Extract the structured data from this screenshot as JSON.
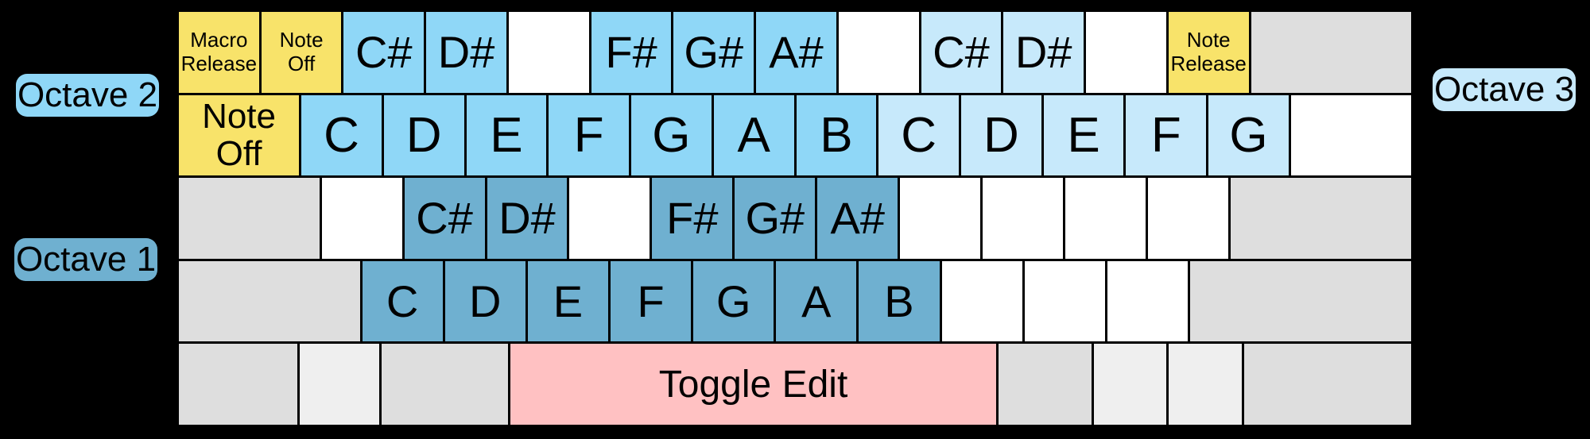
{
  "colors": {
    "background": "#000000",
    "key_action_yellow": "#F8E36A",
    "key_octave2_blue": "#8FD7F7",
    "key_octave3_blue": "#C7E9FB",
    "key_octave1_blue": "#6FB0D0",
    "key_blank_white": "#FFFFFF",
    "key_modifier_gray": "#DEDEDE",
    "key_modifier_light_gray": "#EFEFEF",
    "key_space_pink": "#FFC1C2",
    "key_border": "#000000",
    "key_text": "#000000"
  },
  "octave_labels": [
    {
      "name": "octave-2",
      "text": "Octave 2",
      "color_role": "oct2"
    },
    {
      "name": "octave-1",
      "text": "Octave 1",
      "color_role": "oct1"
    },
    {
      "name": "octave-3",
      "text": "Octave 3",
      "color_role": "oct3"
    }
  ],
  "keyboard": {
    "rows": [
      {
        "name": "number-row",
        "keys": [
          {
            "name": "macro-release-key",
            "label": "Macro\nRelease",
            "type": "action",
            "u": 1,
            "size": "xs"
          },
          {
            "name": "note-off-key",
            "label": "Note\nOff",
            "type": "action",
            "u": 1,
            "size": "xs"
          },
          {
            "name": "c-sharp-octave2-key",
            "label": "C#",
            "type": "oct2",
            "u": 1,
            "size": "lg"
          },
          {
            "name": "d-sharp-octave2-key",
            "label": "D#",
            "type": "oct2",
            "u": 1,
            "size": "lg"
          },
          {
            "name": "blank-key",
            "label": "",
            "type": "blank",
            "u": 1
          },
          {
            "name": "f-sharp-octave2-key",
            "label": "F#",
            "type": "oct2",
            "u": 1,
            "size": "lg"
          },
          {
            "name": "g-sharp-octave2-key",
            "label": "G#",
            "type": "oct2",
            "u": 1,
            "size": "lg"
          },
          {
            "name": "a-sharp-octave2-key",
            "label": "A#",
            "type": "oct2",
            "u": 1,
            "size": "lg"
          },
          {
            "name": "blank-key",
            "label": "",
            "type": "blank",
            "u": 1
          },
          {
            "name": "c-sharp-octave3-key",
            "label": "C#",
            "type": "oct3",
            "u": 1,
            "size": "lg"
          },
          {
            "name": "d-sharp-octave3-key",
            "label": "D#",
            "type": "oct3",
            "u": 1,
            "size": "lg"
          },
          {
            "name": "blank-key",
            "label": "",
            "type": "blank",
            "u": 1
          },
          {
            "name": "note-release-key",
            "label": "Note\nRelease",
            "type": "action",
            "u": 1,
            "size": "xs"
          },
          {
            "name": "modifier-key",
            "label": "",
            "type": "mod",
            "u": 2
          }
        ]
      },
      {
        "name": "qwerty-row",
        "keys": [
          {
            "name": "note-off-tab-key",
            "label": "Note\nOff",
            "type": "action",
            "u": 1.5,
            "size": "sm"
          },
          {
            "name": "c-octave2-key",
            "label": "C",
            "type": "oct2",
            "u": 1,
            "size": "xl"
          },
          {
            "name": "d-octave2-key",
            "label": "D",
            "type": "oct2",
            "u": 1,
            "size": "xl"
          },
          {
            "name": "e-octave2-key",
            "label": "E",
            "type": "oct2",
            "u": 1,
            "size": "xl"
          },
          {
            "name": "f-octave2-key",
            "label": "F",
            "type": "oct2",
            "u": 1,
            "size": "xl"
          },
          {
            "name": "g-octave2-key",
            "label": "G",
            "type": "oct2",
            "u": 1,
            "size": "xl"
          },
          {
            "name": "a-octave2-key",
            "label": "A",
            "type": "oct2",
            "u": 1,
            "size": "xl"
          },
          {
            "name": "b-octave2-key",
            "label": "B",
            "type": "oct2",
            "u": 1,
            "size": "xl"
          },
          {
            "name": "c-octave3-key",
            "label": "C",
            "type": "oct3",
            "u": 1,
            "size": "xl"
          },
          {
            "name": "d-octave3-key",
            "label": "D",
            "type": "oct3",
            "u": 1,
            "size": "xl"
          },
          {
            "name": "e-octave3-key",
            "label": "E",
            "type": "oct3",
            "u": 1,
            "size": "xl"
          },
          {
            "name": "f-octave3-key",
            "label": "F",
            "type": "oct3",
            "u": 1,
            "size": "xl"
          },
          {
            "name": "g-octave3-key",
            "label": "G",
            "type": "oct3",
            "u": 1,
            "size": "xl"
          },
          {
            "name": "blank-key",
            "label": "",
            "type": "blank",
            "u": 1.5
          }
        ]
      },
      {
        "name": "home-row",
        "keys": [
          {
            "name": "modifier-key",
            "label": "",
            "type": "mod",
            "u": 1.75
          },
          {
            "name": "blank-key",
            "label": "",
            "type": "blank",
            "u": 1
          },
          {
            "name": "c-sharp-octave1-key",
            "label": "C#",
            "type": "oct1",
            "u": 1,
            "size": "lg"
          },
          {
            "name": "d-sharp-octave1-key",
            "label": "D#",
            "type": "oct1",
            "u": 1,
            "size": "lg"
          },
          {
            "name": "blank-key",
            "label": "",
            "type": "blank",
            "u": 1
          },
          {
            "name": "f-sharp-octave1-key",
            "label": "F#",
            "type": "oct1",
            "u": 1,
            "size": "lg"
          },
          {
            "name": "g-sharp-octave1-key",
            "label": "G#",
            "type": "oct1",
            "u": 1,
            "size": "lg"
          },
          {
            "name": "a-sharp-octave1-key",
            "label": "A#",
            "type": "oct1",
            "u": 1,
            "size": "lg"
          },
          {
            "name": "blank-key",
            "label": "",
            "type": "blank",
            "u": 1
          },
          {
            "name": "blank-key",
            "label": "",
            "type": "blank",
            "u": 1
          },
          {
            "name": "blank-key",
            "label": "",
            "type": "blank",
            "u": 1
          },
          {
            "name": "blank-key",
            "label": "",
            "type": "blank",
            "u": 1
          },
          {
            "name": "modifier-key",
            "label": "",
            "type": "mod",
            "u": 2.25
          }
        ]
      },
      {
        "name": "lower-letter-row",
        "keys": [
          {
            "name": "modifier-key",
            "label": "",
            "type": "mod",
            "u": 2.25
          },
          {
            "name": "c-octave1-key",
            "label": "C",
            "type": "oct1",
            "u": 1,
            "size": "lg"
          },
          {
            "name": "d-octave1-key",
            "label": "D",
            "type": "oct1",
            "u": 1,
            "size": "lg"
          },
          {
            "name": "e-octave1-key",
            "label": "E",
            "type": "oct1",
            "u": 1,
            "size": "lg"
          },
          {
            "name": "f-octave1-key",
            "label": "F",
            "type": "oct1",
            "u": 1,
            "size": "lg"
          },
          {
            "name": "g-octave1-key",
            "label": "G",
            "type": "oct1",
            "u": 1,
            "size": "lg"
          },
          {
            "name": "a-octave1-key",
            "label": "A",
            "type": "oct1",
            "u": 1,
            "size": "lg"
          },
          {
            "name": "b-octave1-key",
            "label": "B",
            "type": "oct1",
            "u": 1,
            "size": "lg"
          },
          {
            "name": "blank-key",
            "label": "",
            "type": "blank",
            "u": 1
          },
          {
            "name": "blank-key",
            "label": "",
            "type": "blank",
            "u": 1
          },
          {
            "name": "blank-key",
            "label": "",
            "type": "blank",
            "u": 1
          },
          {
            "name": "modifier-key",
            "label": "",
            "type": "mod",
            "u": 2.75
          }
        ]
      },
      {
        "name": "space-row",
        "keys": [
          {
            "name": "modifier-key",
            "label": "",
            "type": "mod",
            "u": 1.46
          },
          {
            "name": "modifier-key",
            "label": "",
            "type": "mod-light",
            "u": 0.98
          },
          {
            "name": "modifier-key",
            "label": "",
            "type": "mod",
            "u": 1.56
          },
          {
            "name": "toggle-edit-space-key",
            "label": "Toggle Edit",
            "type": "space",
            "u": 6,
            "size": "md"
          },
          {
            "name": "modifier-key",
            "label": "",
            "type": "mod",
            "u": 1.14
          },
          {
            "name": "modifier-key",
            "label": "",
            "type": "mod-light",
            "u": 0.9
          },
          {
            "name": "modifier-key",
            "label": "",
            "type": "mod-light",
            "u": 0.9
          },
          {
            "name": "modifier-key",
            "label": "",
            "type": "mod",
            "u": 2.06
          }
        ]
      }
    ]
  }
}
